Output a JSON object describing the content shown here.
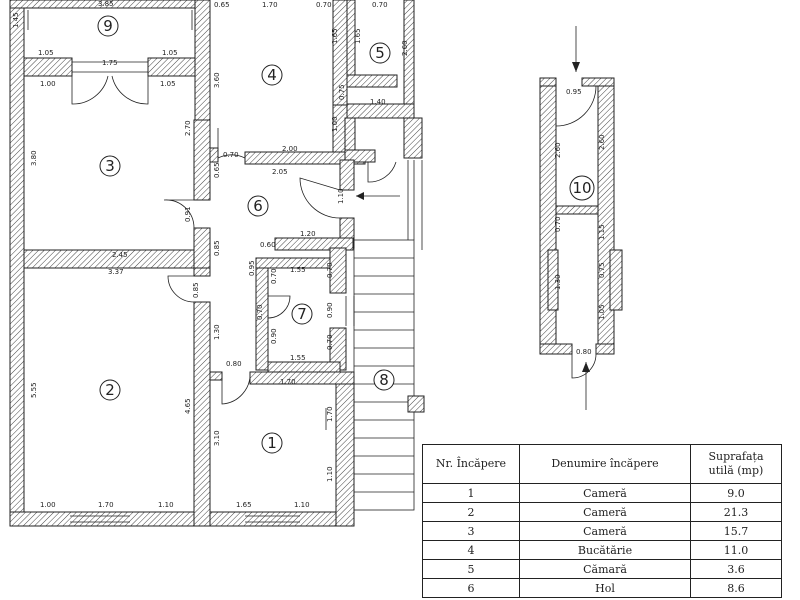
{
  "rooms": [
    {
      "id": "r1",
      "label": "1"
    },
    {
      "id": "r2",
      "label": "2"
    },
    {
      "id": "r3",
      "label": "3"
    },
    {
      "id": "r4",
      "label": "4"
    },
    {
      "id": "r5",
      "label": "5"
    },
    {
      "id": "r6",
      "label": "6"
    },
    {
      "id": "r7",
      "label": "7"
    },
    {
      "id": "r8",
      "label": "8"
    },
    {
      "id": "r9",
      "label": "9"
    },
    {
      "id": "r10",
      "label": "10"
    }
  ],
  "dimensions": {
    "d_385": "3.85",
    "d_145": "1.45",
    "d_065a": "0.65",
    "d_170a": "1.70",
    "d_070a": "0.70",
    "d_070b": "0.70",
    "d_105a": "1.05",
    "d_105b": "1.05",
    "d_175": "1.75",
    "d_100a": "1.00",
    "d_105c": "1.05",
    "d_360": "3.60",
    "d_165a": "1.65",
    "d_165b": "1.65",
    "d_260a": "2.60",
    "d_075a": "0.75",
    "d_140": "1.40",
    "d_380": "3.80",
    "d_270": "2.70",
    "d_100b": "1.00",
    "d_070c": "0.70",
    "d_200": "2.00",
    "d_065b": "0.65",
    "d_205": "2.05",
    "d_110a": "1.10",
    "d_091": "0.91",
    "d_085a": "0.85",
    "d_060": "0.60",
    "d_120": "1.20",
    "d_245": "2.45",
    "d_337": "3.37",
    "d_095a": "0.95",
    "d_070d": "0.70",
    "d_155a": "1.55",
    "d_070e": "0.70",
    "d_085b": "0.85",
    "d_070f": "0.70",
    "d_090a": "0.90",
    "d_130a": "1.30",
    "d_090b": "0.90",
    "d_070g": "0.70",
    "d_155b": "1.55",
    "d_080a": "0.80",
    "d_170b": "1.70",
    "d_555": "5.55",
    "d_465": "4.65",
    "d_310": "3.10",
    "d_170c": "1.70",
    "d_110b": "1.10",
    "d_100c": "1.00",
    "d_170d": "1.70",
    "d_110c": "1.10",
    "d_165c": "1.65",
    "d_110d": "1.10",
    "d_095b": "0.95",
    "d_260b": "2.60",
    "d_260c": "2.60",
    "d_070h": "0.70",
    "d_115": "1.15",
    "d_130b": "1.30",
    "d_075b": "0.75",
    "d_105d": "1.05",
    "d_080b": "0.80"
  },
  "table": {
    "headers": [
      "Nr. Încăpere",
      "Denumire încăpere",
      "Suprafața utilă (mp)"
    ],
    "rows": [
      [
        "1",
        "Cameră",
        "9.0"
      ],
      [
        "2",
        "Cameră",
        "21.3"
      ],
      [
        "3",
        "Cameră",
        "15.7"
      ],
      [
        "4",
        "Bucătărie",
        "11.0"
      ],
      [
        "5",
        "Cămară",
        "3.6"
      ],
      [
        "6",
        "Hol",
        "8.6"
      ]
    ]
  }
}
